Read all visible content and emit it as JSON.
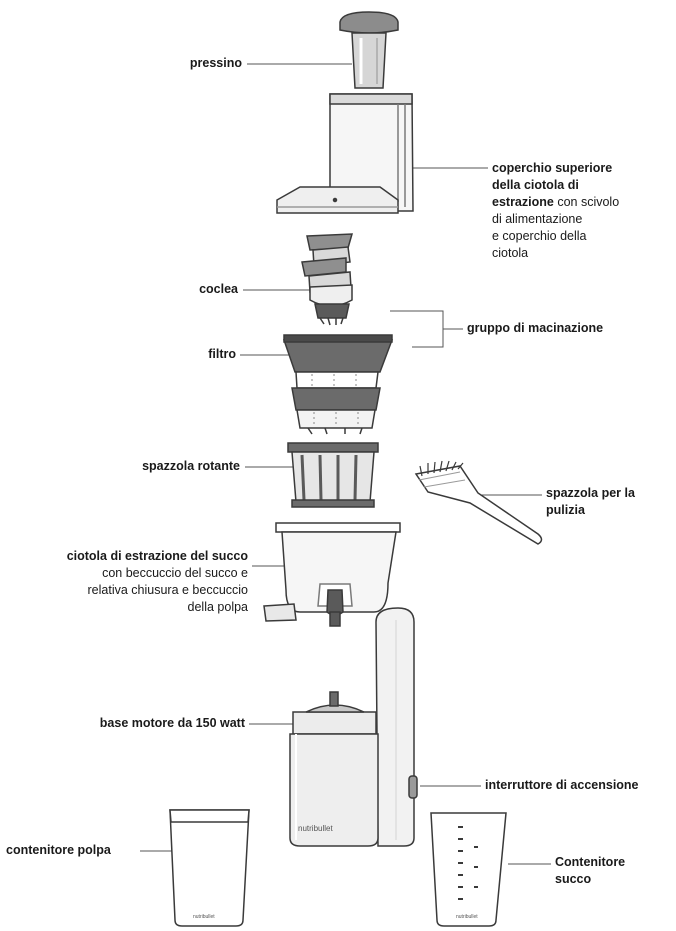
{
  "labels": {
    "pressino": "pressino",
    "coperchio_bold_1": "coperchio superiore",
    "coperchio_bold_2": "della ciotola di",
    "coperchio_bold_3": "estrazione",
    "coperchio_rest_3": " con scivolo",
    "coperchio_line_4": "di alimentazione",
    "coperchio_line_5": "e coperchio della",
    "coperchio_line_6": "ciotola",
    "coclea": "coclea",
    "gruppo": "gruppo di macinazione",
    "filtro": "filtro",
    "spazzola_rotante": "spazzola rotante",
    "spazzola_pulizia_1": "spazzola per la",
    "spazzola_pulizia_2": "pulizia",
    "ciotola_bold": "ciotola di estrazione del succo",
    "ciotola_line_2": "con beccuccio del succo e",
    "ciotola_line_3": "relativa chiusura e beccuccio",
    "ciotola_line_4": "della polpa",
    "base_motore": "base motore da 150 watt",
    "interruttore": "interruttore di accensione",
    "contenitore_polpa": "contenitore polpa",
    "contenitore_succo_1": "Contenitore",
    "contenitore_succo_2": "succo"
  },
  "brand": {
    "base": "nutribullet",
    "pulp_container": "nutribullet",
    "juice_container": "nutribullet"
  },
  "colors": {
    "outline": "#3a3a3a",
    "dark_gray": "#6b6b6b",
    "mid_gray": "#9a9a9a",
    "light_gray": "#dcdcdc",
    "base_fill": "#f0f0f0"
  }
}
